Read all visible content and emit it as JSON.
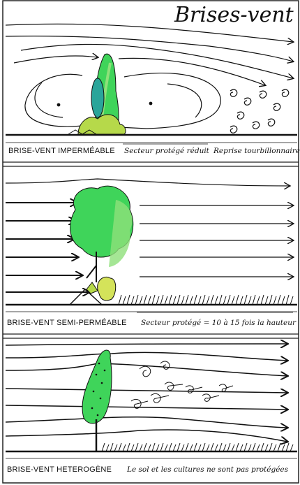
{
  "title": "Brises-vent",
  "panels": [
    {
      "label": "BRISE-VENT IMPERMÉABLE",
      "notes": [
        "Secteur protégé réduit",
        "Reprise tourbillonnaire"
      ]
    },
    {
      "label": "BRISE-VENT SEMI-PERMÉABLE",
      "notes": [
        "Secteur protégé = 10 à 15 fois la hauteur"
      ]
    },
    {
      "label": "BRISE-VENT HETEROGÈNE",
      "notes": [
        "Le sol et les cultures ne sont pas protégées"
      ]
    }
  ],
  "colors": {
    "line": "#111111",
    "foliage": "#3fd45a",
    "foliage_light": "#8ee07a",
    "bush": "#d4e35a",
    "ellipse": "#2aa59a"
  }
}
